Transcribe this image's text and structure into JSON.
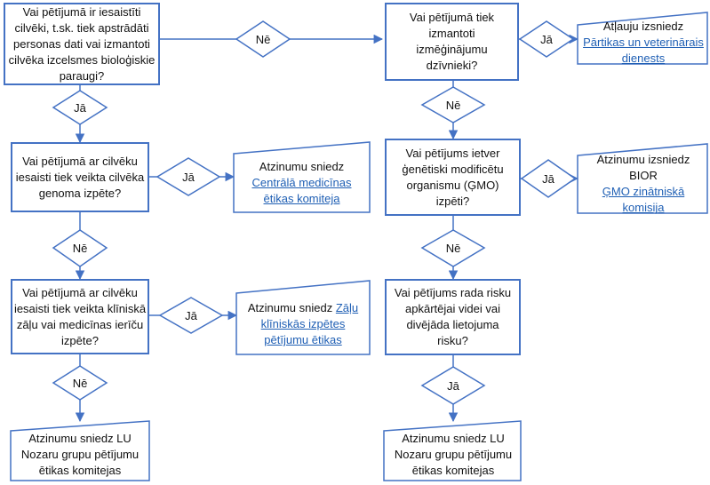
{
  "nodes": {
    "q1": "Vai pētījumā ir iesaistīti cilvēki, t.sk. tiek apstrādāti personas dati vai izmantoti cilvēka izcelsmes bioloģiskie paraugi?",
    "q2": "Vai pētījumā ar cilvēku iesaisti tiek veikta cilvēka genoma izpēte?",
    "q3": "Vai pētījumā ar cilvēku iesaisti tiek veikta klīniskā zāļu vai medicīnas ierīču izpēte?",
    "q4": "Vai pētījumā tiek izmantoti izmēģinājumu dzīvnieki?",
    "q5": "Vai pētījums ietver ģenētiski modificētu organismu (ĢMO) izpēti?",
    "q6": "Vai pētījums rada risku apkārtējai videi vai divējāda lietojuma risku?",
    "r1_prefix": "Atzinumu sniedz",
    "r1_link": "Centrālā medicīnas ētikas komiteja",
    "r2_prefix": "Atzinumu sniedz",
    "r2_link": "Zāļu klīniskās izpētes pētījumu ētikas",
    "r3": "Atzinumu sniedz LU Nozaru grupu pētījumu ētikas komitejas",
    "r4_prefix": "Atļauju izsniedz",
    "r4_link": "Pārtikas un veterinārais dienests",
    "r5_prefix": "Atzinumu izsniedz BIOR",
    "r5_link": "ĢMO zinātniskā komisija",
    "r6": "Atzinumu sniedz LU Nozaru grupu pētījumu ētikas komitejas"
  },
  "decisions": {
    "yes": "Jā",
    "no": "Nē"
  },
  "colors": {
    "stroke": "#4472c4",
    "link": "#1f5fb4"
  }
}
